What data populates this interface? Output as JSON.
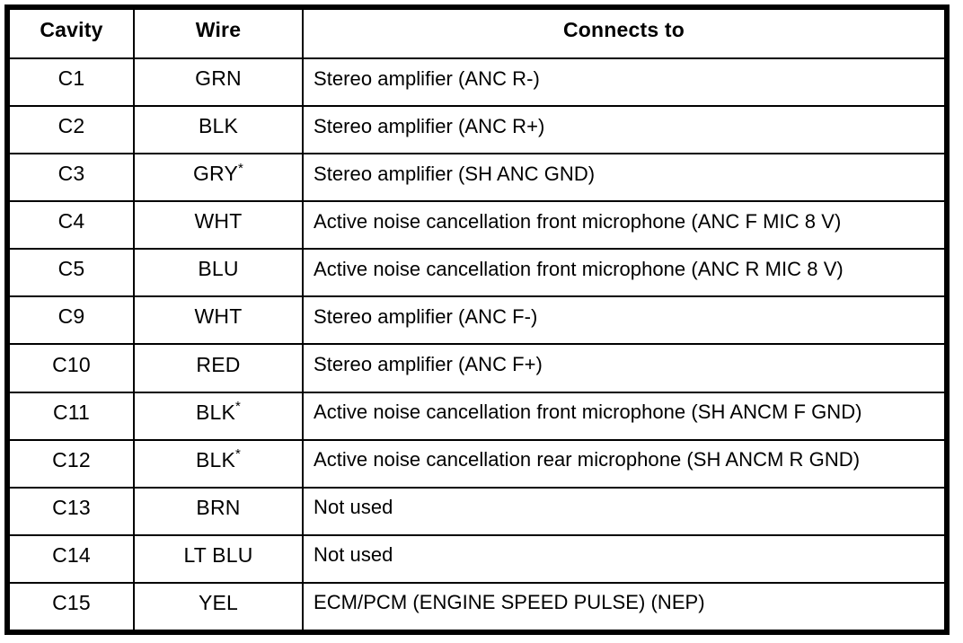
{
  "table": {
    "title": "Connector cavity pinout table",
    "columns": [
      {
        "key": "cavity",
        "label": "Cavity",
        "align": "center"
      },
      {
        "key": "wire",
        "label": "Wire",
        "align": "center"
      },
      {
        "key": "connects_to",
        "label": "Connects to",
        "align": "left"
      }
    ],
    "footnote_marker": "*",
    "rows": [
      {
        "cavity": "C1",
        "wire": "GRN",
        "wire_note": "",
        "connects_to": "Stereo amplifier (ANC R-)"
      },
      {
        "cavity": "C2",
        "wire": "BLK",
        "wire_note": "",
        "connects_to": "Stereo amplifier (ANC R+)"
      },
      {
        "cavity": "C3",
        "wire": "GRY",
        "wire_note": "*",
        "connects_to": "Stereo amplifier (SH ANC GND)"
      },
      {
        "cavity": "C4",
        "wire": "WHT",
        "wire_note": "",
        "connects_to": "Active noise cancellation front microphone (ANC F MIC 8 V)"
      },
      {
        "cavity": "C5",
        "wire": "BLU",
        "wire_note": "",
        "connects_to": "Active noise cancellation front microphone (ANC R MIC 8 V)"
      },
      {
        "cavity": "C9",
        "wire": "WHT",
        "wire_note": "",
        "connects_to": "Stereo amplifier (ANC F-)"
      },
      {
        "cavity": "C10",
        "wire": "RED",
        "wire_note": "",
        "connects_to": "Stereo amplifier (ANC F+)"
      },
      {
        "cavity": "C11",
        "wire": "BLK",
        "wire_note": "*",
        "connects_to": "Active noise cancellation front microphone (SH ANCM F GND)"
      },
      {
        "cavity": "C12",
        "wire": "BLK",
        "wire_note": "*",
        "connects_to": "Active noise cancellation rear microphone (SH ANCM R GND)"
      },
      {
        "cavity": "C13",
        "wire": "BRN",
        "wire_note": "",
        "connects_to": "Not used"
      },
      {
        "cavity": "C14",
        "wire": "LT BLU",
        "wire_note": "",
        "connects_to": "Not used"
      },
      {
        "cavity": "C15",
        "wire": "YEL",
        "wire_note": "",
        "connects_to": "ECM/PCM (ENGINE SPEED PULSE) (NEP)"
      }
    ]
  },
  "colors": {
    "page_background": "#ffffff",
    "cell_background": "#ffffff",
    "rule": "#000000",
    "text": "#000000"
  }
}
